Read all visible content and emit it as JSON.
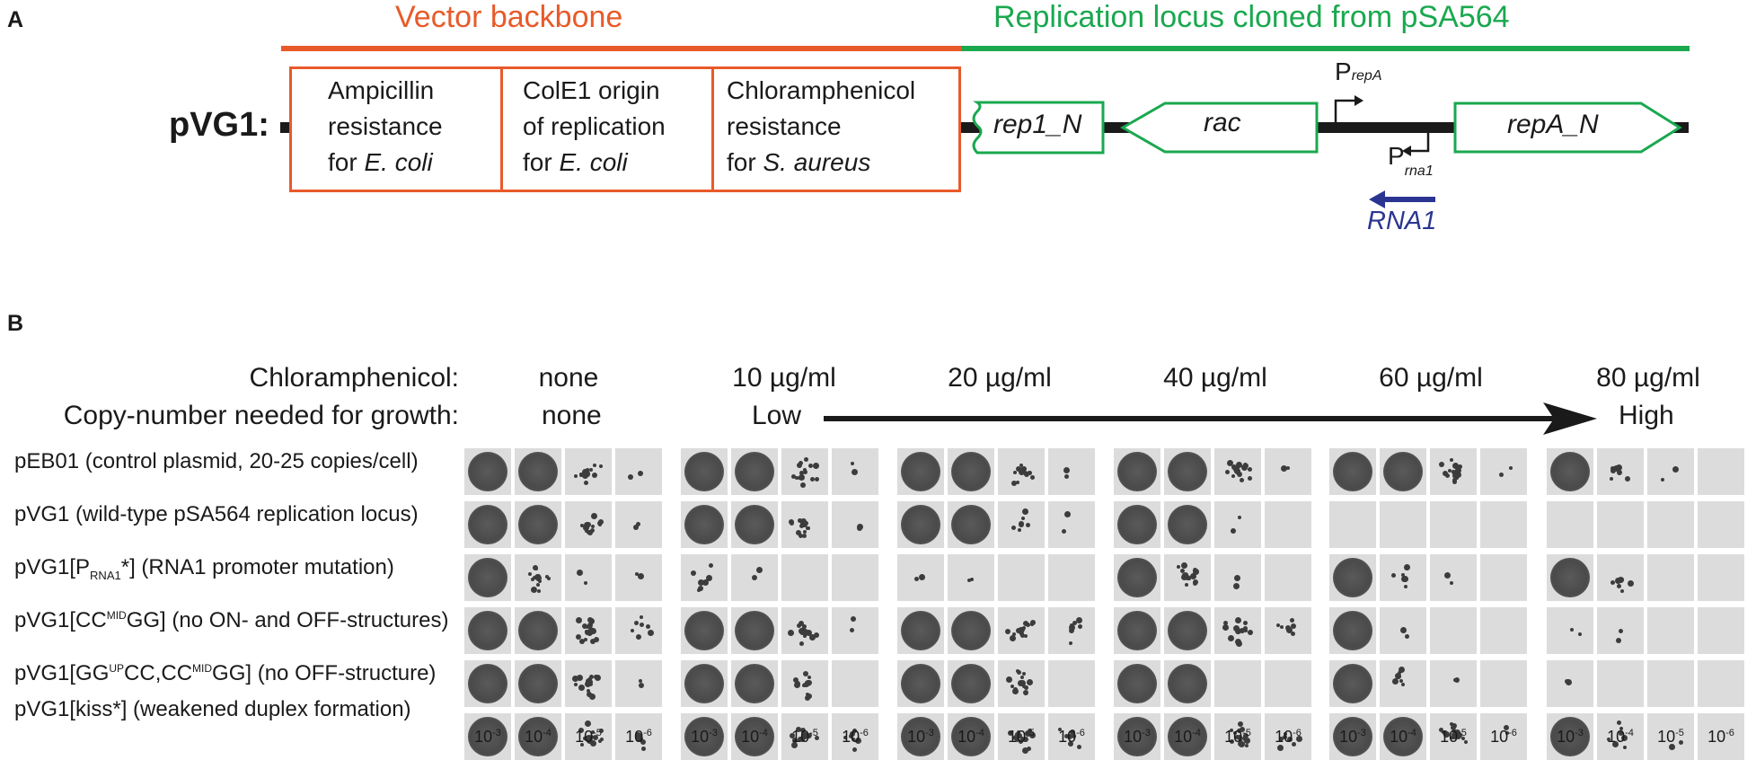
{
  "panel_a": {
    "letter": "A",
    "vector_backbone": "Vector backbone",
    "replication_locus": "Replication locus cloned from pSA564",
    "plasmid_name": "pVG1:",
    "backbone_boxes": [
      {
        "line1": "Ampicillin",
        "line2": "resistance",
        "line3_plain": "for ",
        "line3_italic": "E. coli"
      },
      {
        "line1": "ColE1 origin",
        "line2": "of replication",
        "line3_plain": "for ",
        "line3_italic": "E. coli"
      },
      {
        "line1": "Chloramphenicol",
        "line2": "resistance",
        "line3_plain": "for ",
        "line3_italic": "S. aureus"
      }
    ],
    "genes": {
      "rep1": "rep1_N",
      "rac": "rac",
      "repa": "repA_N"
    },
    "promoter_repa": {
      "main": "P",
      "sub": "repA"
    },
    "promoter_rna1": {
      "main": "P",
      "sub": "rna1"
    },
    "rna1": "RNA1",
    "colors": {
      "vector": "#e85a2a",
      "locus": "#1aa84f",
      "rna1": "#2b3591",
      "backbone_line": "#1a1a1a"
    }
  },
  "panel_b": {
    "letter": "B",
    "chloramphenicol_label": "Chloramphenicol:",
    "copy_number_label": "Copy-number needed for growth:",
    "conditions": [
      "none",
      "10 µg/ml",
      "20 µg/ml",
      "40 µg/ml",
      "60 µg/ml",
      "80 µg/ml"
    ],
    "copy_none": "none",
    "copy_low": "Low",
    "copy_high": "High",
    "rows": [
      {
        "pre": "pEB01 (control plasmid, 20-25 copies/cell)"
      },
      {
        "pre": "pVG1 (wild-type pSA564 replication locus)"
      },
      {
        "pre": "pVG1[P",
        "sub": "RNA1",
        "post": "*] (RNA1 promoter mutation)"
      },
      {
        "pre": "pVG1[CC",
        "sup": "MID",
        "post": "GG] (no ON- and OFF-structures)"
      },
      {
        "pre": "pVG1[GG",
        "sup": "UP",
        "post": "CC,CC",
        "sup2": "MID",
        "post2": "GG] (no OFF-structure)"
      },
      {
        "pre": "pVG1[kiss*] (weakened duplex formation)"
      }
    ],
    "dilutions": [
      {
        "base": "10",
        "exp": "-3"
      },
      {
        "base": "10",
        "exp": "-4"
      },
      {
        "base": "10",
        "exp": "-5"
      },
      {
        "base": "10",
        "exp": "-6"
      }
    ],
    "growth": [
      [
        [
          4,
          4,
          3,
          1
        ],
        [
          4,
          4,
          3,
          1
        ],
        [
          4,
          4,
          3,
          1
        ],
        [
          4,
          4,
          3,
          1
        ],
        [
          4,
          4,
          3,
          1
        ],
        [
          4,
          2,
          1,
          0
        ]
      ],
      [
        [
          4,
          4,
          3,
          1
        ],
        [
          4,
          4,
          3,
          1
        ],
        [
          4,
          4,
          2,
          1
        ],
        [
          4,
          4,
          1,
          0
        ],
        [
          0,
          0,
          0,
          0
        ],
        [
          0,
          0,
          0,
          0
        ]
      ],
      [
        [
          4,
          3,
          1,
          1
        ],
        [
          2,
          1,
          0,
          0
        ],
        [
          1,
          1,
          0,
          0
        ],
        [
          4,
          3,
          1,
          0
        ],
        [
          4,
          2,
          1,
          0
        ],
        [
          4,
          2,
          0,
          0
        ]
      ],
      [
        [
          4,
          4,
          3,
          2
        ],
        [
          4,
          4,
          3,
          1
        ],
        [
          4,
          4,
          3,
          2
        ],
        [
          4,
          4,
          3,
          2
        ],
        [
          4,
          1,
          0,
          0
        ],
        [
          1,
          1,
          0,
          0
        ]
      ],
      [
        [
          4,
          4,
          3,
          1
        ],
        [
          4,
          4,
          3,
          0
        ],
        [
          4,
          4,
          3,
          0
        ],
        [
          4,
          4,
          0,
          0
        ],
        [
          4,
          2,
          1,
          0
        ],
        [
          1,
          0,
          0,
          0
        ]
      ],
      [
        [
          4,
          4,
          3,
          2
        ],
        [
          4,
          4,
          3,
          2
        ],
        [
          4,
          4,
          3,
          2
        ],
        [
          4,
          4,
          3,
          2
        ],
        [
          4,
          4,
          3,
          1
        ],
        [
          4,
          2,
          1,
          0
        ]
      ]
    ]
  }
}
